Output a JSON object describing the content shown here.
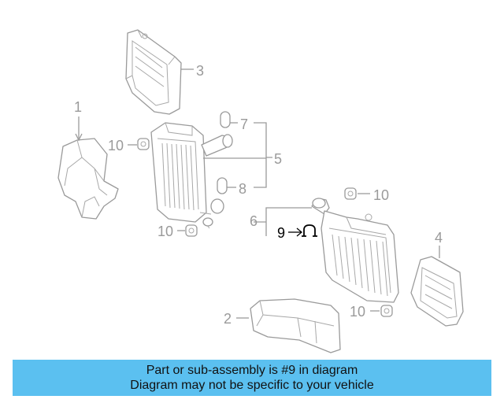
{
  "diagram": {
    "callouts": [
      {
        "id": "1",
        "label": "1"
      },
      {
        "id": "2",
        "label": "2"
      },
      {
        "id": "3",
        "label": "3"
      },
      {
        "id": "4",
        "label": "4"
      },
      {
        "id": "5",
        "label": "5"
      },
      {
        "id": "6",
        "label": "6"
      },
      {
        "id": "7",
        "label": "7"
      },
      {
        "id": "8",
        "label": "8"
      },
      {
        "id": "9",
        "label": "9",
        "highlighted": true
      },
      {
        "id": "10",
        "label": "10"
      }
    ],
    "highlight_color": "#000000",
    "part_color": "#9a9a9a"
  },
  "banner": {
    "line1": "Part or sub-assembly is #9 in diagram",
    "line2": "Diagram may not be specific to your vehicle",
    "background": "#5bc0f0"
  }
}
